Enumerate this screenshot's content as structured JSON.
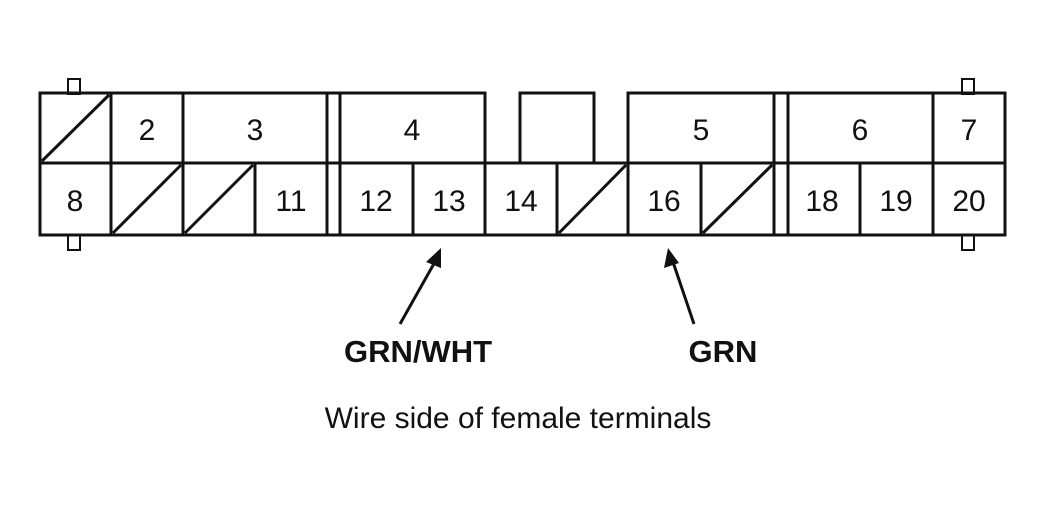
{
  "terminals": {
    "t2": "2",
    "t3": "3",
    "t4": "4",
    "t5": "5",
    "t6": "6",
    "t7": "7",
    "t8": "8",
    "t11": "11",
    "t12": "12",
    "t13": "13",
    "t14": "14",
    "t16": "16",
    "t18": "18",
    "t19": "19",
    "t20": "20"
  },
  "callouts": {
    "left": "GRN/WHT",
    "right": "GRN"
  },
  "caption": "Wire side of female terminals"
}
